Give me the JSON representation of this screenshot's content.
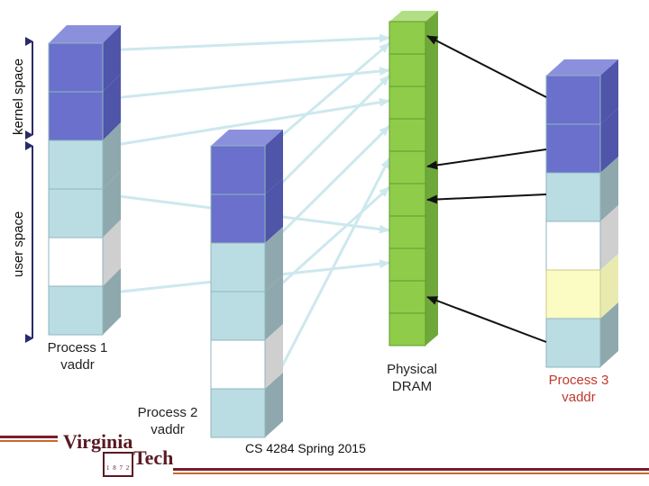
{
  "labels": {
    "kernel_space": "kernel space",
    "user_space": "user space",
    "process1": "Process 1\nvaddr",
    "process2": "Process 2\nvaddr",
    "physical": "Physical\nDRAM",
    "process3": "Process 3\nvaddr"
  },
  "footer": {
    "course": "CS 4284 Spring 2015",
    "logo_word1": "Virginia",
    "logo_word2": "Tech",
    "logo_seal": "1 8 7 2"
  },
  "colors": {
    "kernel_page": "#6a70cc",
    "user_page": "#b9dde3",
    "empty_page": "#ffffff",
    "highlight_page": "#fbfbc4",
    "dram_cell": "#8fcc4a",
    "arrow_light": "#cde8ee",
    "arrow_dark": "#111111",
    "label_process3": "#c0392b",
    "footer_bar": "#7a1c2c"
  },
  "columns": {
    "process1": [
      "kernel",
      "kernel",
      "user",
      "user",
      "empty",
      "user"
    ],
    "process2": [
      "kernel",
      "kernel",
      "user",
      "user",
      "empty",
      "user"
    ],
    "process3": [
      "kernel",
      "kernel",
      "user",
      "empty",
      "highlight",
      "user"
    ],
    "dram_cells": 10
  }
}
